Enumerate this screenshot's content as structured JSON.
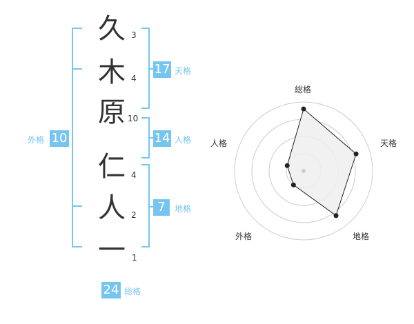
{
  "name": {
    "characters": [
      {
        "char": "久",
        "strokes": "3"
      },
      {
        "char": "木",
        "strokes": "4"
      },
      {
        "char": "原",
        "strokes": "10"
      },
      {
        "char": "仁",
        "strokes": "4"
      },
      {
        "char": "人",
        "strokes": "2"
      },
      {
        "char": "一",
        "strokes": "1"
      }
    ]
  },
  "kaku": {
    "tenkaku": {
      "value": "17",
      "label": "天格"
    },
    "jinkaku": {
      "value": "14",
      "label": "人格"
    },
    "chikaku": {
      "value": "7",
      "label": "地格"
    },
    "gaikaku": {
      "value": "10",
      "label": "外格"
    },
    "soukaku": {
      "value": "24",
      "label": "総格"
    }
  },
  "colors": {
    "accent": "#76c5f0",
    "text": "#333333",
    "grid": "#cccccc",
    "fill": "#eeeeee"
  },
  "chart_data": {
    "type": "radar",
    "axes": [
      "総格",
      "天格",
      "地格",
      "外格",
      "人格"
    ],
    "values": [
      0.9,
      0.8,
      0.8,
      0.25,
      0.25
    ],
    "range": [
      0,
      1
    ],
    "rings": 4
  }
}
